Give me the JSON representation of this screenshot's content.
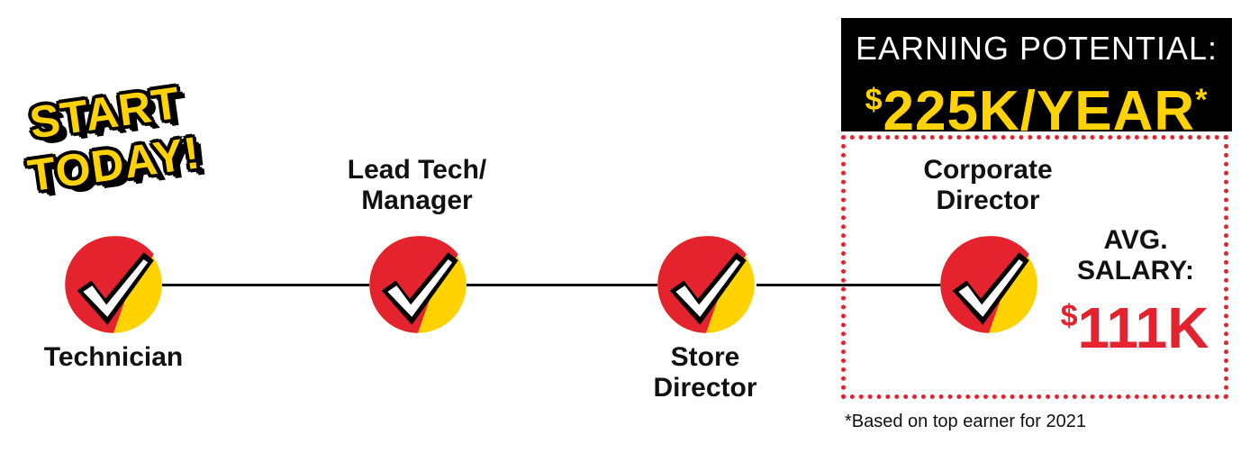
{
  "badge": {
    "line1": "START",
    "line2": "TODAY!"
  },
  "earning": {
    "title": "EARNING POTENTIAL:",
    "currency_symbol": "$",
    "value": "225K/YEAR",
    "asterisk": "*"
  },
  "steps": [
    {
      "label_line1": "Technician",
      "label_line2": ""
    },
    {
      "label_line1": "Lead Tech/",
      "label_line2": "Manager"
    },
    {
      "label_line1": "Store",
      "label_line2": "Director"
    },
    {
      "label_line1": "Corporate",
      "label_line2": "Director"
    }
  ],
  "salary": {
    "label_line1": "AVG.",
    "label_line2": "SALARY:",
    "currency_symbol": "$",
    "value": "111K"
  },
  "footnote": "*Based on top earner for 2021",
  "colors": {
    "red": "#E4232F",
    "yellow": "#FFD200",
    "black": "#000000"
  },
  "icons": {
    "step_icon": "checkmark-circle-icon"
  }
}
